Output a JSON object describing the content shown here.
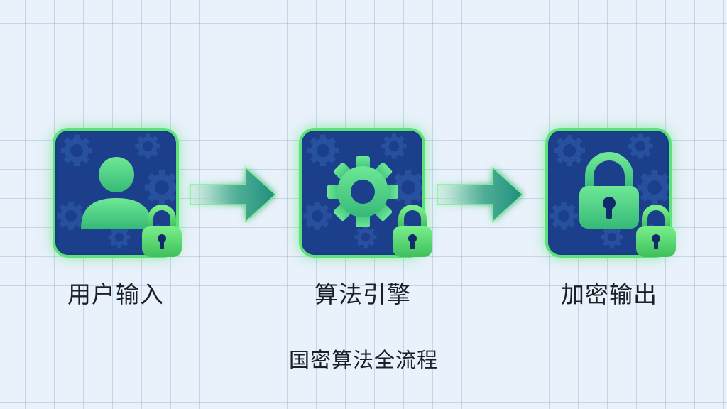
{
  "steps": [
    {
      "label": "用户输入",
      "icon": "user-icon"
    },
    {
      "label": "算法引擎",
      "icon": "gear-icon"
    },
    {
      "label": "加密输出",
      "icon": "padlock-icon"
    }
  ],
  "caption": "国密算法全流程",
  "colors": {
    "tile_fill": "#1c3f8c",
    "tile_border": "#5be37a",
    "icon_green": "#4fd27f",
    "arrow_teal": "#2e9a88"
  }
}
